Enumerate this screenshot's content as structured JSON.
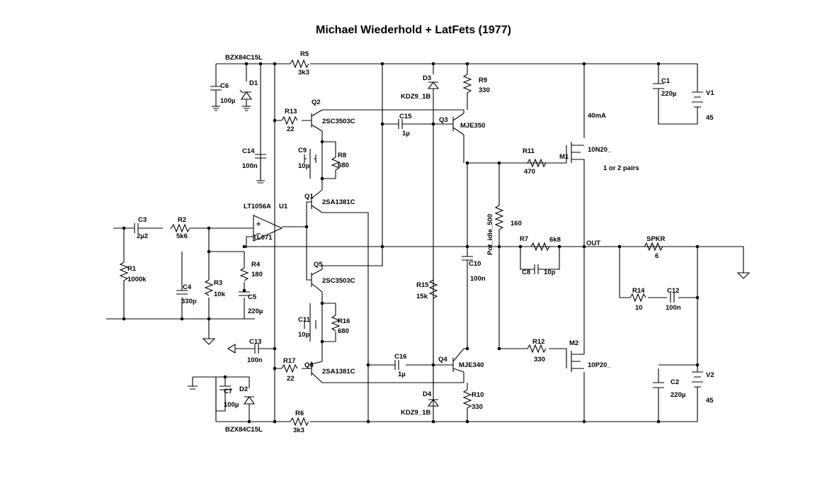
{
  "title": "Michael Wiederhold + LatFets (1977)",
  "colors": {
    "ink": "#000000",
    "background": "#ffffff"
  },
  "labels": {
    "bzx_top": "BZX84C15L",
    "r5": "R5",
    "r5v": "3k3",
    "c6": "C6",
    "c6v": "100µ",
    "d1": "D1",
    "d3": "D3",
    "d3v": "KDZ9_1B",
    "r9": "R9",
    "r9v": "330",
    "c1": "C1",
    "c1v": "220µ",
    "v1": "V1",
    "v1v": "45",
    "q2": "Q2",
    "q2v": "2SC3503C",
    "r13": "R13",
    "r13v": "22",
    "c15": "C15",
    "c15v": "1µ",
    "q3": "Q3",
    "q3v": "MJE350",
    "i40": "40mA",
    "c14": "C14",
    "c14v": "100n",
    "c9": "C9",
    "c9v": "10p",
    "r8": "R8",
    "r8v": "680",
    "r11": "R11",
    "r11v": "470",
    "m1": "M1",
    "m1v": "10N20_",
    "pairs": "1 or 2 pairs",
    "q1": "Q1",
    "q1v": "2SA1381C",
    "lt": "LT1056A",
    "u1": "U1",
    "tl": "TL071",
    "c3": "C3",
    "c3v": "2µ2",
    "r2": "R2",
    "r2v": "5k6",
    "pot": "Pot_idle_500",
    "potv": "160",
    "r7": "R7",
    "r7v": "6k8",
    "out": "OUT",
    "spkr": "SPKR",
    "spkrv": "6",
    "c8": "C8",
    "c8v": "10p",
    "r1": "R1",
    "r1v": "1000k",
    "r4": "R4",
    "r4v": "180",
    "q5": "Q5",
    "q5v": "2SC3503C",
    "c10": "C10",
    "c10v": "100n",
    "c4": "C4",
    "c4v": "330p",
    "r3": "R3",
    "r3v": "10k",
    "c5": "C5",
    "c5v": "220µ",
    "r15": "R15",
    "r15v": "15k",
    "r14": "R14",
    "r14v": "10",
    "c12": "C12",
    "c12v": "100n",
    "c11": "C11",
    "c11v": "10p",
    "r16": "R16",
    "r16v": "680",
    "c13": "C13",
    "c13v": "100n",
    "c16": "C16",
    "c16v": "1µ",
    "q4": "Q4",
    "q4v": "MJE340",
    "r12": "R12",
    "r12v": "330",
    "m2": "M2",
    "m2v": "10P20_",
    "r17": "R17",
    "r17v": "22",
    "q6": "Q6",
    "q6v": "2SA1381C",
    "c2": "C2",
    "c2v": "220µ",
    "v2": "V2",
    "v2v": "45",
    "c7": "C7",
    "c7v": "100µ",
    "d2": "D2",
    "d4": "D4",
    "d4v": "KDZ9_1B",
    "r10": "R10",
    "r10v": "330",
    "bzx_bot": "BZX84C15L",
    "r6": "R6",
    "r6v": "3k3"
  }
}
